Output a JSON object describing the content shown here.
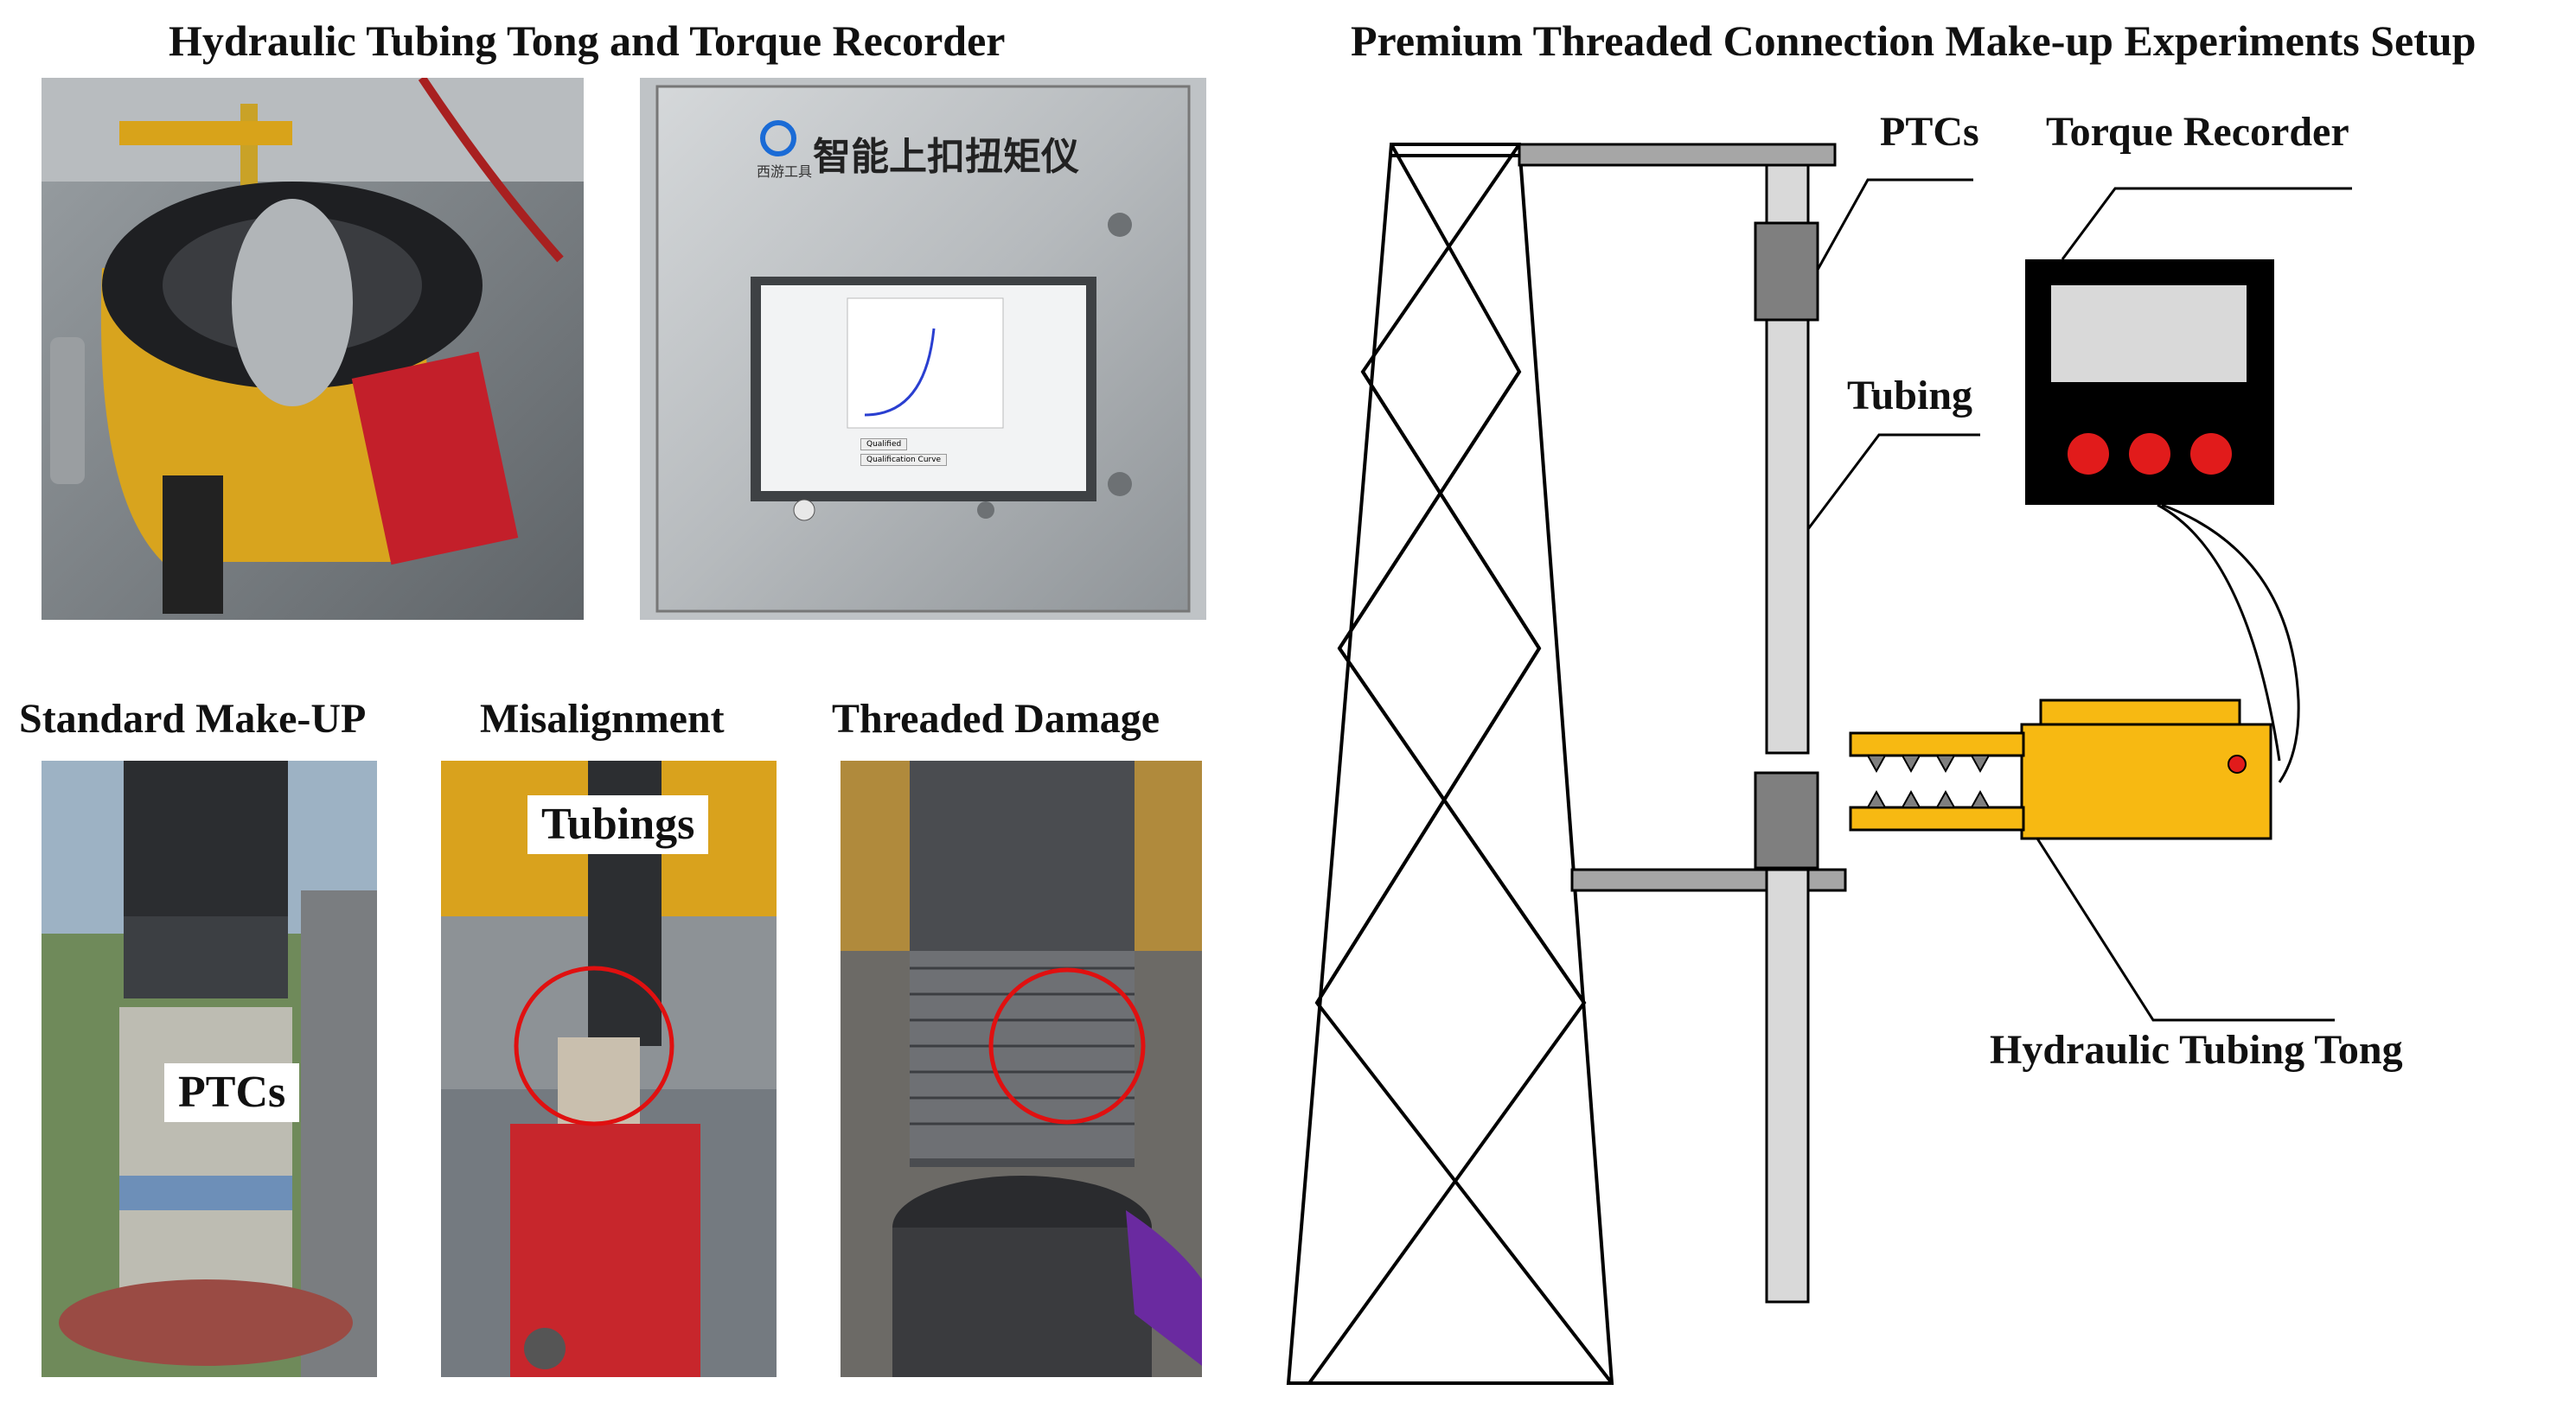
{
  "left_panel": {
    "title": "Hydraulic Tubing Tong and Torque Recorder",
    "recorder_photo": {
      "brand_text": "西游工具",
      "device_title": "智能上扣扭矩仪",
      "screen_button_1": "Qualified",
      "screen_button_2": "Qualification Curve"
    },
    "photo_captions": [
      "Standard Make-UP",
      "Misalignment",
      "Threaded Damage"
    ],
    "photo_labels": {
      "standard": "PTCs",
      "misalignment": "Tubings"
    }
  },
  "right_panel": {
    "title": "Premium Threaded Connection Make-up Experiments Setup",
    "labels": {
      "ptcs": "PTCs",
      "torque_recorder": "Torque Recorder",
      "tubing": "Tubing",
      "tong": "Hydraulic Tubing Tong"
    }
  },
  "colors": {
    "tong_yellow": "#f7b912",
    "recorder_body": "#000000",
    "recorder_screen": "#d9d9d9",
    "recorder_buttons": "#e11b1b",
    "tubing_fill": "#d9d9d9",
    "coupling_fill": "#7f7f7f",
    "damage_circle": "#e01010"
  }
}
